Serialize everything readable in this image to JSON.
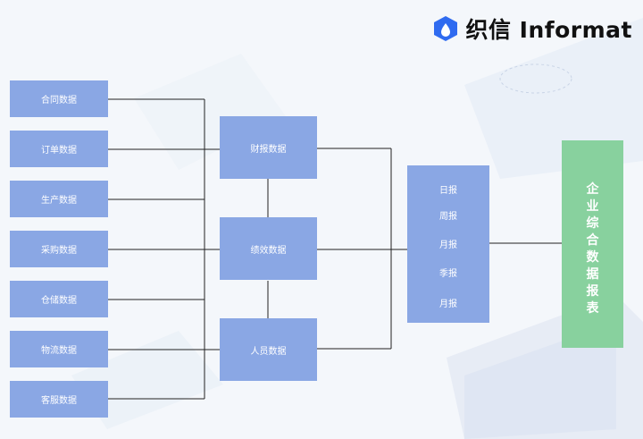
{
  "brand": {
    "name": "织信 Informat"
  },
  "sources": [
    "合同数据",
    "订单数据",
    "生产数据",
    "采购数据",
    "仓储数据",
    "物流数据",
    "客服数据"
  ],
  "middle": [
    "财报数据",
    "绩效数据",
    "人员数据"
  ],
  "periods": [
    "日报",
    "周报",
    "月报",
    "季报",
    "月报"
  ],
  "final": {
    "label": "企业综合数据报表",
    "chars": [
      "企",
      "业",
      "综",
      "合",
      "数",
      "据",
      "报",
      "表"
    ]
  },
  "colors": {
    "box": "#8aa7e4",
    "final": "#88d19e",
    "line": "#222222"
  }
}
